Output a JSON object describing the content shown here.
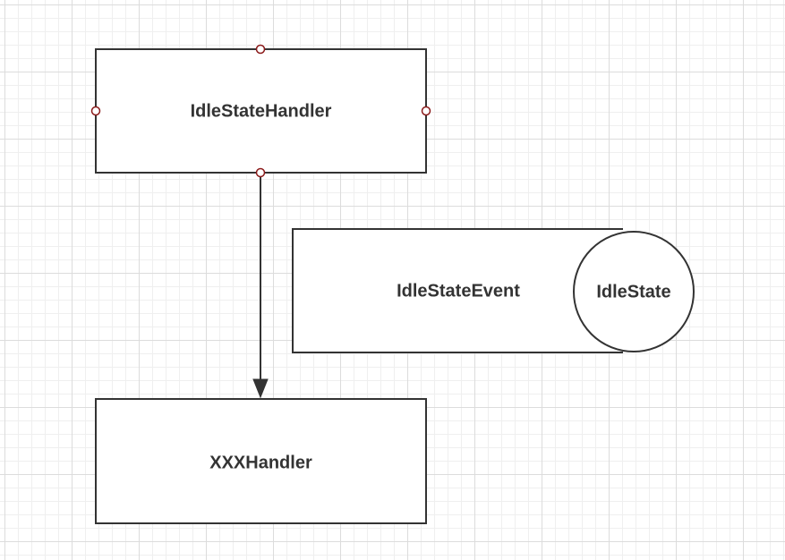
{
  "diagram": {
    "nodes": {
      "idle_state_handler": {
        "label": "IdleStateHandler"
      },
      "idle_state_event": {
        "label": "IdleStateEvent"
      },
      "idle_state": {
        "label": "IdleState"
      },
      "xxx_handler": {
        "label": "XXXHandler"
      }
    },
    "edges": [
      {
        "from": "IdleStateHandler",
        "to": "XXXHandler",
        "arrow": "end"
      }
    ],
    "colors": {
      "stroke": "#333333",
      "handle": "#8b1a1a",
      "grid": "#dcdcdc"
    }
  }
}
